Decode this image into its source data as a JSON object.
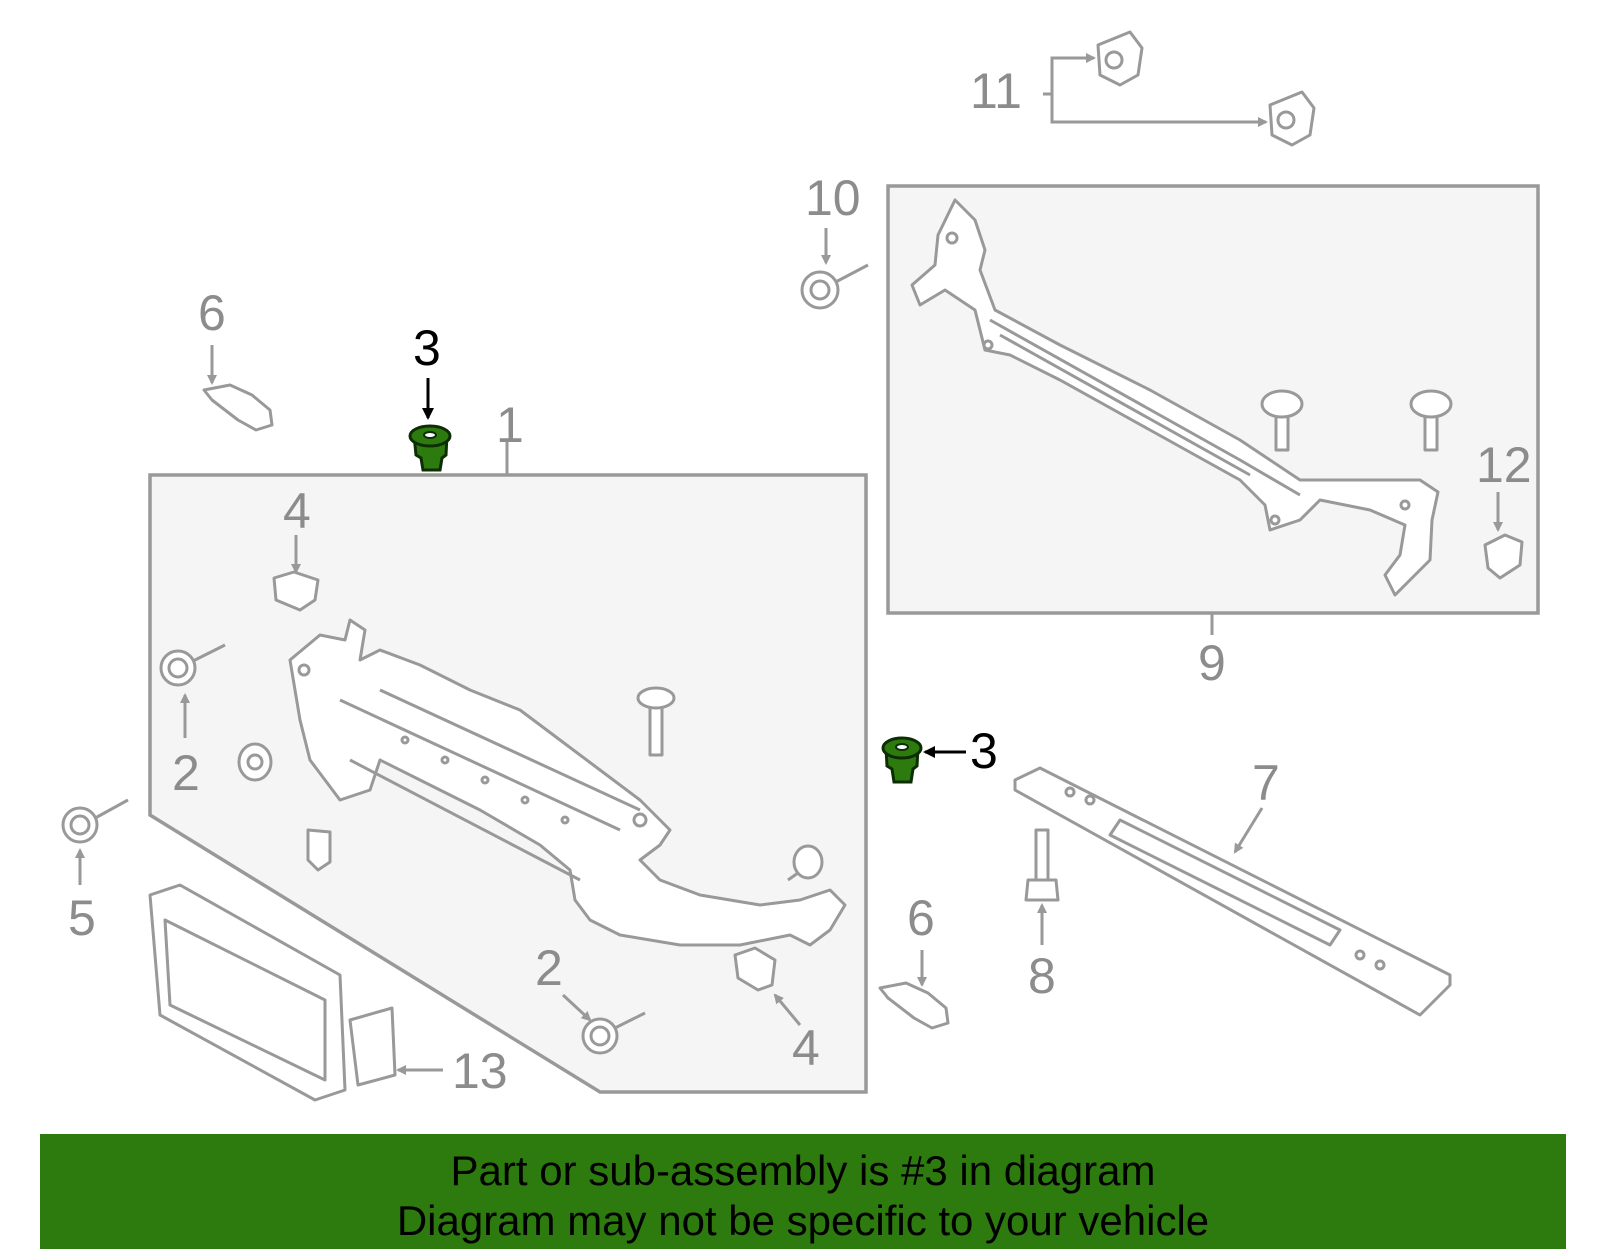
{
  "callouts": {
    "c1": "1",
    "c2a": "2",
    "c2b": "2",
    "c3a": "3",
    "c3b": "3",
    "c4a": "4",
    "c4b": "4",
    "c5": "5",
    "c6a": "6",
    "c6b": "6",
    "c7": "7",
    "c8": "8",
    "c9": "9",
    "c10": "10",
    "c11": "11",
    "c12": "12",
    "c13": "13"
  },
  "highlight_color": "#2d7a0e",
  "banner": {
    "line1": "Part or sub-assembly is #3 in diagram",
    "line2": "Diagram may not be specific to your vehicle"
  }
}
